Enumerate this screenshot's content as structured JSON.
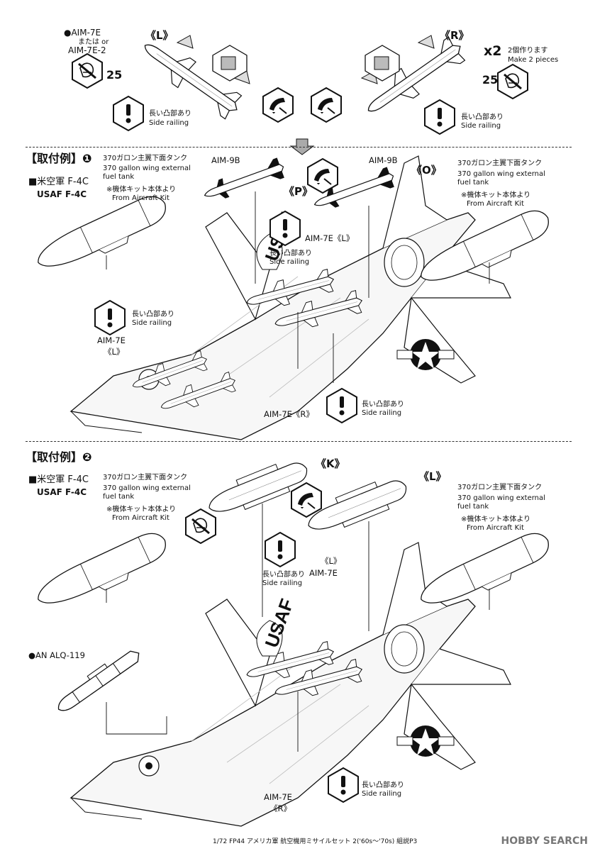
{
  "top": {
    "missile_name_1": "●AIM-7E",
    "or_text": "または or",
    "missile_name_2": "AIM-7E-2",
    "label_left": "《L》",
    "label_right": "《R》",
    "count": "x2",
    "make_jp": "2個作ります",
    "make_en": "Make 2 pieces",
    "paint_num_left": "25",
    "paint_num_right": "25",
    "caution_left_jp": "長い凸部あり",
    "caution_left_en": "Side railing",
    "caution_right_jp": "長い凸部あり",
    "caution_right_en": "Side railing"
  },
  "example1": {
    "title": "【取付例】❶",
    "aircraft_jp": "■米空軍 F-4C",
    "aircraft_en": "USAF F-4C",
    "tank_left_jp": "370ガロン主翼下面タンク",
    "tank_left_en": "370 gallon wing external\nfuel tank",
    "tank_left_note_jp": "※機体キット本体より",
    "tank_left_note_en": "From Aircraft Kit",
    "tank_right_jp": "370ガロン主翼下面タンク",
    "tank_right_en": "370 gallon wing external\nfuel tank",
    "tank_right_note_jp": "※機体キット本体より",
    "tank_right_note_en": "From Aircraft Kit",
    "aim9b_left": "AIM-9B",
    "aim9b_right": "AIM-9B",
    "label_p": "《P》",
    "label_o": "《O》",
    "aim7e_l_top": "AIM-7E《L》",
    "caution_a_jp": "長い凸部あり",
    "caution_a_en": "Side railing",
    "caution_b_jp": "長い凸部あり",
    "caution_b_en": "Side railing",
    "aim7e_left": "AIM-7E",
    "aim7e_left_l": "《L》",
    "aim7e_r": "AIM-7E《R》",
    "caution_c_jp": "長い凸部あり",
    "caution_c_en": "Side railing"
  },
  "example2": {
    "title": "【取付例】❷",
    "aircraft_jp": "■米空軍 F-4C",
    "aircraft_en": "USAF F-4C",
    "tank_left_jp": "370ガロン主翼下面タンク",
    "tank_left_en": "370 gallon wing external\nfuel tank",
    "tank_left_note_jp": "※機体キット本体より",
    "tank_left_note_en": "From Aircraft Kit",
    "tank_right_jp": "370ガロン主翼下面タンク",
    "tank_right_en": "370 gallon wing external\nfuel tank",
    "tank_right_note_jp": "※機体キット本体より",
    "tank_right_note_en": "From Aircraft Kit",
    "label_k": "《K》",
    "label_l": "《L》",
    "caution_a_jp": "長い凸部あり",
    "caution_a_en": "Side railing",
    "aim7e_l_mark": "《L》",
    "aim7e_l": "AIM-7E",
    "alq": "●AN ALQ-119",
    "aim7e_r": "AIM-7E",
    "aim7e_r_mark": "《R》",
    "caution_b_jp": "長い凸部あり",
    "caution_b_en": "Side railing"
  },
  "footer": {
    "text": "1/72 FP44 アメリカ軍 航空機用ミサイルセット 2('60s～'70s) 組説P3",
    "brand": "HOBBY SEARCH"
  },
  "icons": [
    "caution-hexagon-icon",
    "paint-hexagon-icon",
    "glue-hexagon-icon",
    "arrow-down-icon"
  ]
}
